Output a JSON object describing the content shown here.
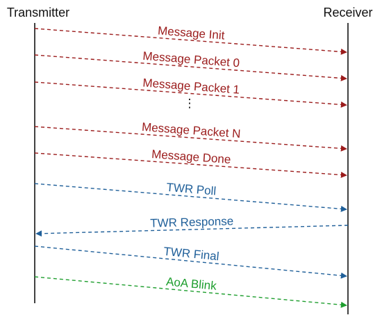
{
  "actors": {
    "transmitter": "Transmitter",
    "receiver": "Receiver"
  },
  "colors": {
    "data": "#9b1c1c",
    "twr": "#1f5f99",
    "aoa": "#1e9e2e",
    "lifeline": "#111111"
  },
  "messages": [
    {
      "label": "Message Init",
      "direction": "to-receiver",
      "group": "data"
    },
    {
      "label": "Message Packet 0",
      "direction": "to-receiver",
      "group": "data"
    },
    {
      "label": "Message Packet 1",
      "direction": "to-receiver",
      "group": "data"
    },
    {
      "label": "",
      "direction": "to-receiver",
      "group": "data",
      "ellipsis": true
    },
    {
      "label": "Message Packet N",
      "direction": "to-receiver",
      "group": "data"
    },
    {
      "label": "Message Done",
      "direction": "to-receiver",
      "group": "data"
    },
    {
      "label": "TWR Poll",
      "direction": "to-receiver",
      "group": "twr"
    },
    {
      "label": "TWR Response",
      "direction": "to-transmitter",
      "group": "twr"
    },
    {
      "label": "TWR Final",
      "direction": "to-receiver",
      "group": "twr"
    },
    {
      "label": "AoA Blink",
      "direction": "to-receiver",
      "group": "aoa"
    }
  ]
}
